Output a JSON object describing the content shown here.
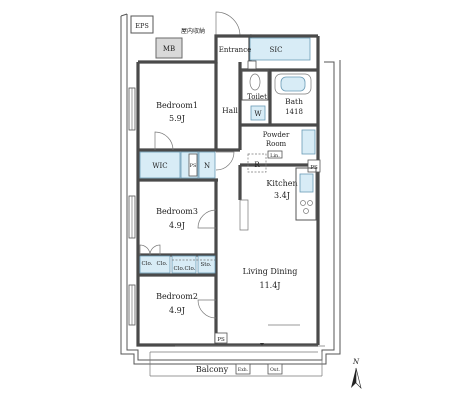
{
  "rooms": {
    "eps": "EPS",
    "meter_box": "MB",
    "mailbox_note": "屋内収納",
    "entrance": "Entrance",
    "sic": "SIC",
    "toilet": "Toilet",
    "hall": "Hall",
    "bath": "Bath",
    "bath_size": "1418",
    "washer": "W",
    "powder_room_1": "Powder",
    "powder_room_2": "Room",
    "refrigerator": "R",
    "ps": "PS",
    "linen": "Lin.",
    "bedroom1": "Bedroom1",
    "bedroom1_size": "5.9J",
    "wic": "WIC",
    "ps_vertical": "PS",
    "niche": "N",
    "kitchen": "Kitchen",
    "kitchen_size": "3.4J",
    "bedroom3": "Bedroom3",
    "bedroom3_size": "4.9J",
    "clo_1": "Clo.",
    "clo_2": "Clo.",
    "clo_3": "Clo.",
    "clo_4": "Clo.",
    "sto": "Sto.",
    "living_dining": "Living Dining",
    "living_dining_size": "11.4J",
    "bedroom2": "Bedroom2",
    "bedroom2_size": "4.9J",
    "balcony": "Balcony",
    "exhaust": "Exh.",
    "outdoor_unit": "Out.",
    "compass": "N"
  }
}
